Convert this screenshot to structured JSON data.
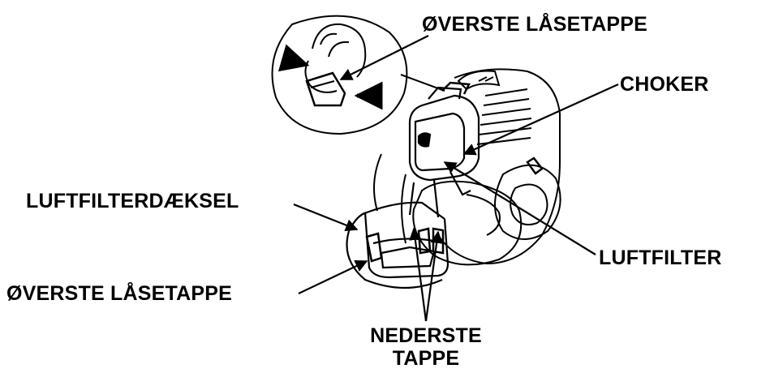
{
  "labels": {
    "upper_tab_top": "ØVERSTE LÅSETAPPE",
    "choke": "CHOKER",
    "air_filter_cover": "LUFTFILTERDÆKSEL",
    "air_filter": "LUFTFILTER",
    "upper_tab_bottom": "ØVERSTE LÅSETAPPE",
    "lower_tabs_line1": "NEDERSTE",
    "lower_tabs_line2": "TAPPE"
  },
  "colors": {
    "ink": "#000000",
    "background": "#ffffff"
  }
}
